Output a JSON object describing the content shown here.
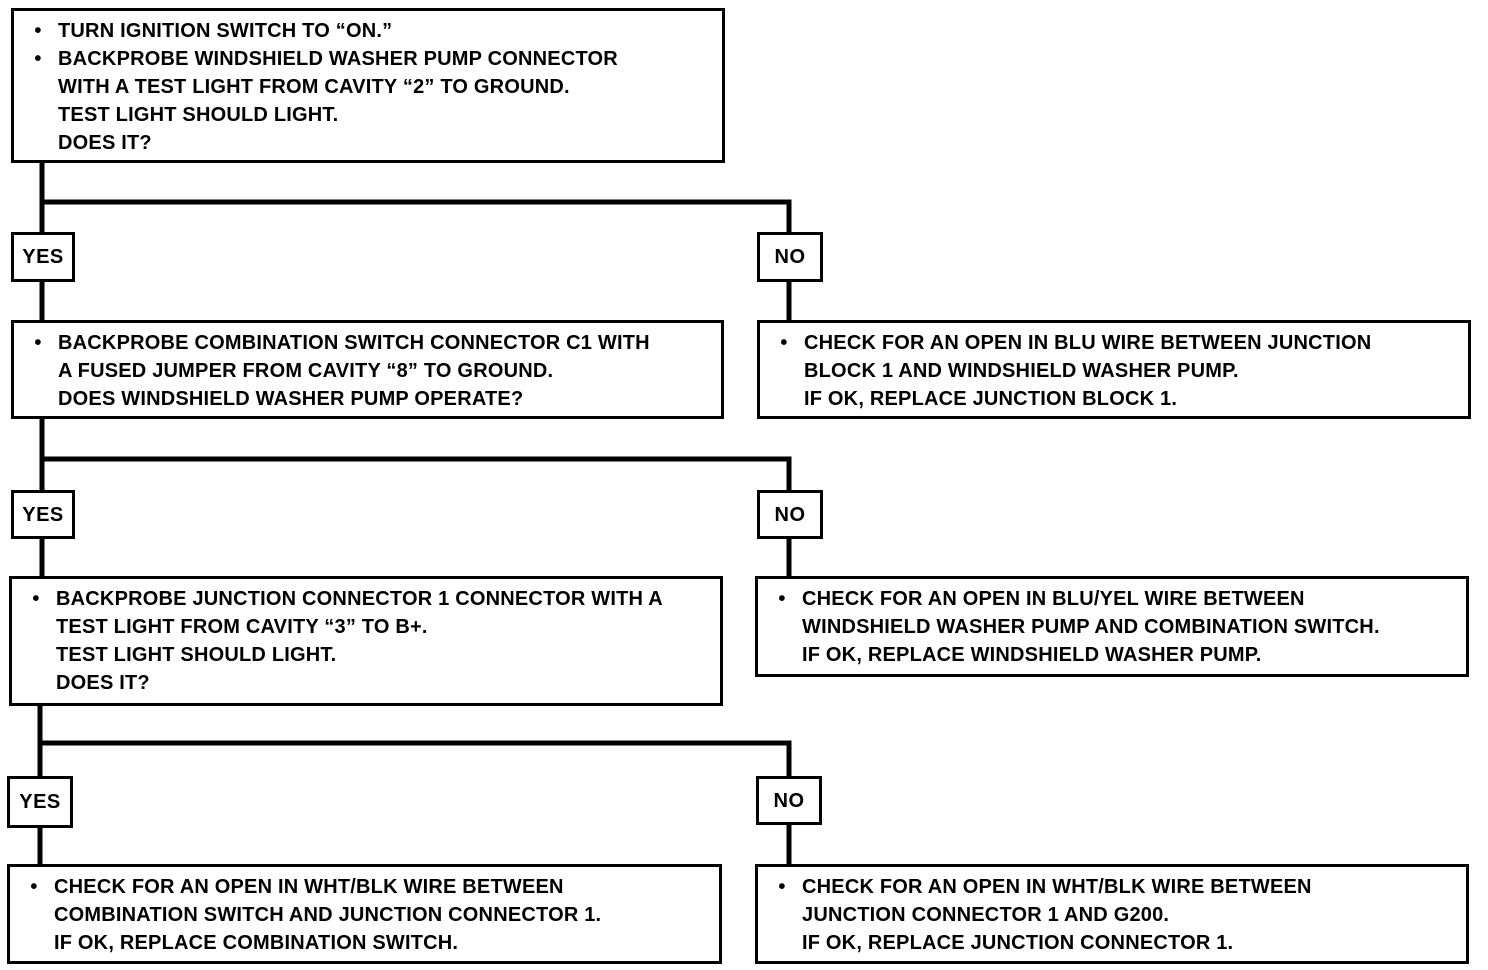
{
  "steps": [
    {
      "id": "step-1",
      "lines": [
        {
          "bullet": "•",
          "text": "TURN IGNITION SWITCH TO “ON.”"
        },
        {
          "bullet": "•",
          "text": "BACKPROBE WINDSHIELD WASHER PUMP CONNECTOR"
        },
        {
          "bullet": "",
          "text": "WITH A TEST LIGHT FROM CAVITY “2” TO GROUND."
        },
        {
          "bullet": "",
          "text": "TEST LIGHT SHOULD LIGHT."
        },
        {
          "bullet": "",
          "text": "DOES IT?"
        }
      ]
    },
    {
      "id": "step-1-no",
      "lines": [
        {
          "bullet": "•",
          "text": "CHECK FOR AN OPEN IN BLU WIRE BETWEEN JUNCTION"
        },
        {
          "bullet": "",
          "text": "BLOCK 1 AND WINDSHIELD WASHER PUMP."
        },
        {
          "bullet": "",
          "text": "IF OK, REPLACE JUNCTION BLOCK 1."
        }
      ]
    },
    {
      "id": "step-2",
      "lines": [
        {
          "bullet": "•",
          "text": "BACKPROBE COMBINATION SWITCH CONNECTOR C1 WITH"
        },
        {
          "bullet": "",
          "text": "A FUSED JUMPER FROM CAVITY “8” TO GROUND."
        },
        {
          "bullet": "",
          "text": "DOES WINDSHIELD WASHER PUMP OPERATE?"
        }
      ]
    },
    {
      "id": "step-2-no",
      "lines": [
        {
          "bullet": "•",
          "text": "CHECK FOR AN OPEN IN BLU/YEL WIRE BETWEEN"
        },
        {
          "bullet": "",
          "text": "WINDSHIELD WASHER PUMP AND COMBINATION SWITCH."
        },
        {
          "bullet": "",
          "text": "IF OK, REPLACE WINDSHIELD WASHER PUMP."
        }
      ]
    },
    {
      "id": "step-3",
      "lines": [
        {
          "bullet": "•",
          "text": "BACKPROBE JUNCTION CONNECTOR 1 CONNECTOR WITH A"
        },
        {
          "bullet": "",
          "text": "TEST LIGHT FROM CAVITY “3” TO B+."
        },
        {
          "bullet": "",
          "text": "TEST LIGHT SHOULD LIGHT."
        },
        {
          "bullet": "",
          "text": "DOES IT?"
        }
      ]
    },
    {
      "id": "step-3-yes",
      "lines": [
        {
          "bullet": "•",
          "text": "CHECK FOR AN OPEN IN WHT/BLK WIRE BETWEEN"
        },
        {
          "bullet": "",
          "text": "COMBINATION SWITCH AND JUNCTION CONNECTOR 1."
        },
        {
          "bullet": "",
          "text": "IF OK, REPLACE COMBINATION SWITCH."
        }
      ]
    },
    {
      "id": "step-3-no",
      "lines": [
        {
          "bullet": "•",
          "text": "CHECK FOR AN OPEN IN WHT/BLK WIRE BETWEEN"
        },
        {
          "bullet": "",
          "text": "JUNCTION CONNECTOR 1 AND G200."
        },
        {
          "bullet": "",
          "text": "IF OK, REPLACE JUNCTION CONNECTOR 1."
        }
      ]
    }
  ],
  "labels": {
    "yes": "YES",
    "no": "NO"
  }
}
